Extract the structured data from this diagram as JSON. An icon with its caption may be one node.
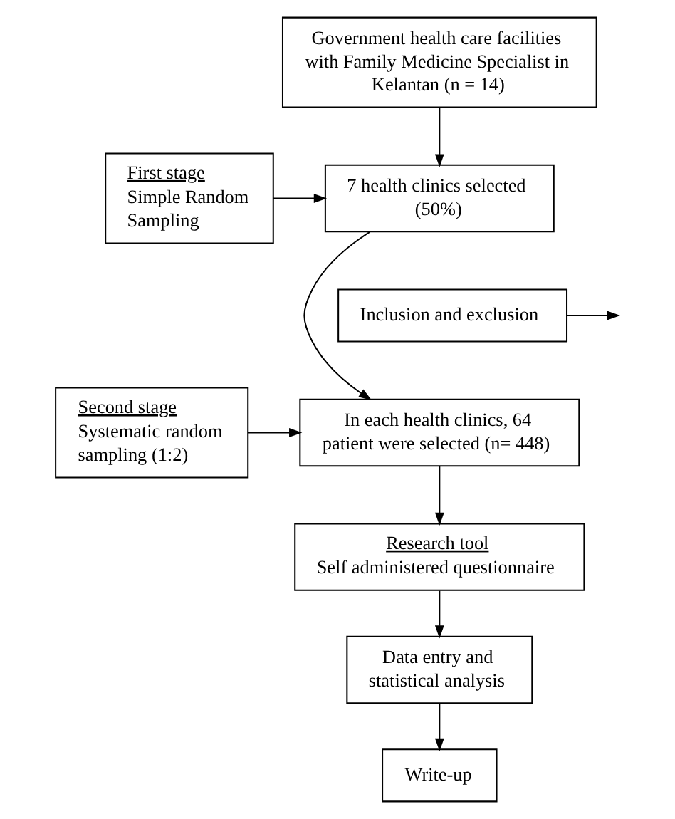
{
  "diagram": {
    "nodes": [
      {
        "text": [
          "Government health care facilities with Family Medicine Specialist in Kelantan (n = 14)"
        ]
      },
      {
        "text": [
          "First stage",
          "Simple Random Sampling"
        ]
      },
      {
        "text": [
          "7 health clinics selected (50%)"
        ]
      },
      {
        "text": [
          "Inclusion and exclusion"
        ]
      },
      {
        "text": [
          "Second stage",
          "Systematic random sampling (1:2)"
        ]
      },
      {
        "text": [
          "In each health clinics, 64 patient were selected (n= 448)"
        ]
      },
      {
        "text": [
          "Research tool",
          "Self administered questionnaire"
        ]
      },
      {
        "text": [
          "Data entry and statistical analysis"
        ]
      },
      {
        "text": [
          "Write-up"
        ]
      }
    ],
    "edges": [
      {
        "from": 0,
        "to": 2,
        "arrow": "to"
      },
      {
        "from": 1,
        "to": 2,
        "arrow": "to"
      },
      {
        "from": 2,
        "to": 5,
        "arrow": "to"
      },
      {
        "from": 3,
        "to": null,
        "arrow": "to"
      },
      {
        "from": 4,
        "to": 5,
        "arrow": "to"
      },
      {
        "from": 5,
        "to": 6,
        "arrow": "to"
      },
      {
        "from": 6,
        "to": 7,
        "arrow": "to"
      },
      {
        "from": 7,
        "to": 8,
        "arrow": "to"
      }
    ]
  }
}
